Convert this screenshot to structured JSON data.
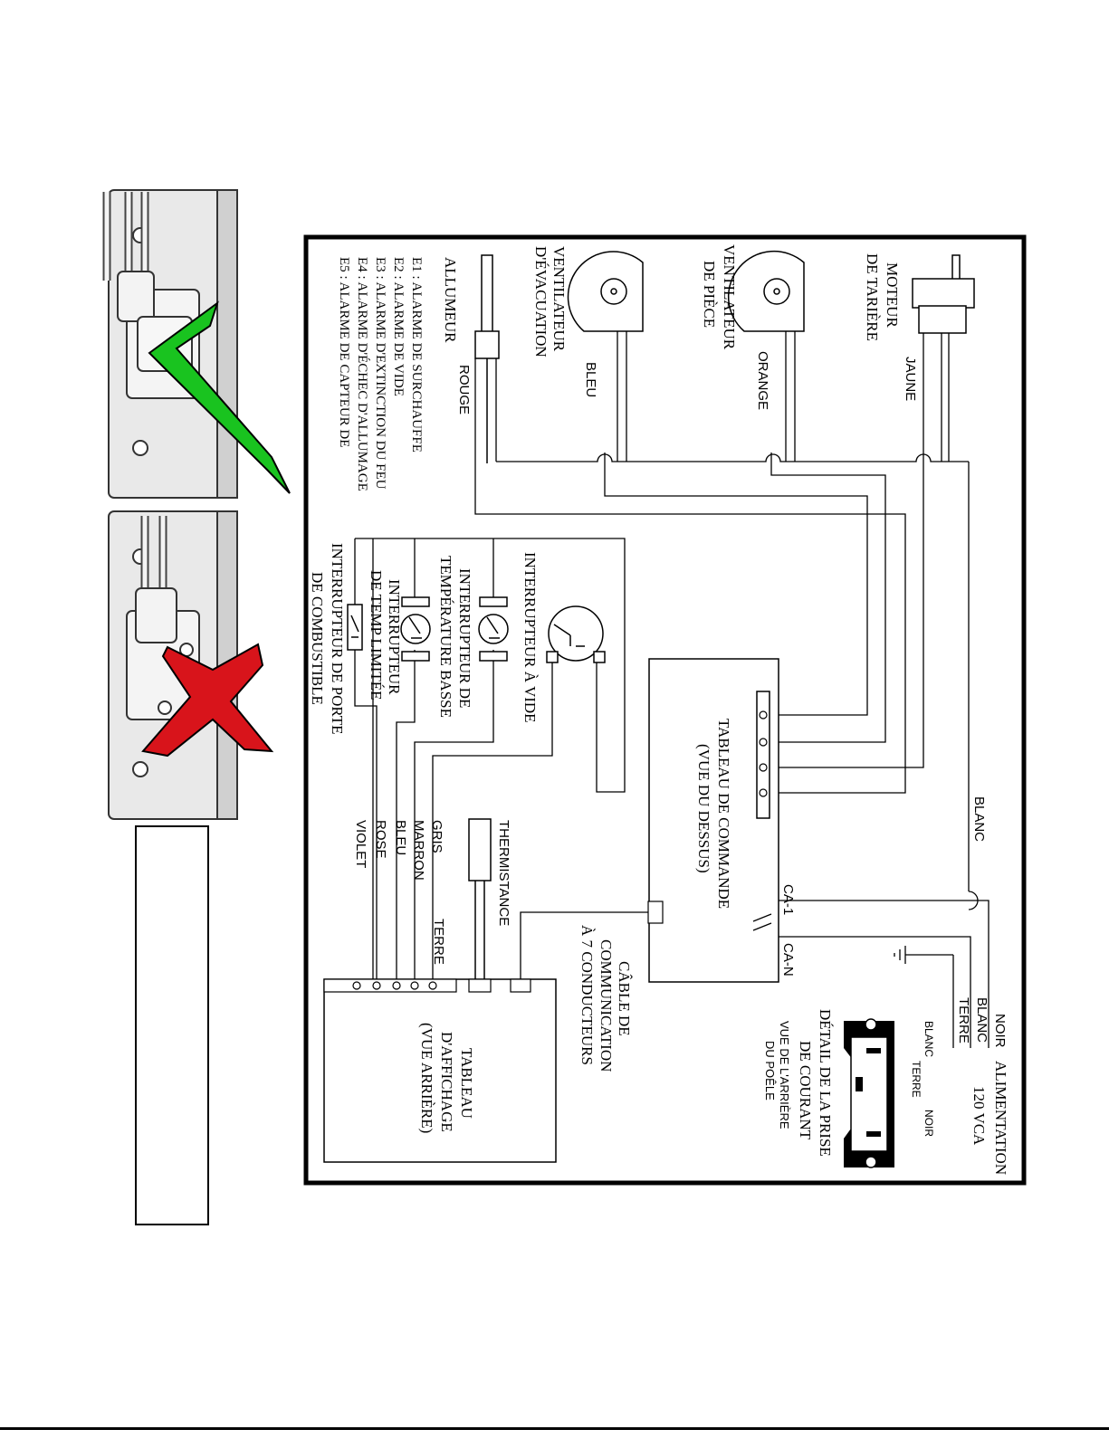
{
  "components": {
    "auger_motor": [
      "MOTEUR",
      "DE TARIÈRE"
    ],
    "room_fan": [
      "VENTILATEUR",
      "DE PIÈCE"
    ],
    "exhaust_fan": [
      "VENTILATEUR",
      "D'ÉVACUATION"
    ],
    "igniter": "ALLUMEUR",
    "vacuum_switch": "INTERRUPTEUR À VIDE",
    "low_temp_switch": [
      "INTERRUPTEUR DE",
      "TEMPÉRATURE BASSE"
    ],
    "high_limit_switch": [
      "INTERRUPTEUR",
      "DE TEMP LIMITÉE"
    ],
    "door_switch": [
      "INTERRUPTEUR DE PORTE",
      "DE COMBUSTIBLE"
    ],
    "control_board": [
      "TABLEAU DE COMMANDE",
      "(VUE DU DESSUS)"
    ],
    "display_board": [
      "TABLEAU",
      "D'AFFICHAGE",
      "(VUE ARRIÈRE)"
    ],
    "comm_cable": [
      "CÂBLE DE",
      "COMMUNICATION",
      "À 7 CONDUCTEURS"
    ],
    "thermistor": "THERMISTANCE",
    "power_supply": [
      "ALIMENTATION",
      "120 VCA"
    ],
    "power_outlet_detail": [
      "DÉTAIL DE LA PRISE",
      "DE COURANT"
    ],
    "rear_view": [
      "VUE DE L'ARRIÈRE",
      "DU POÊLE"
    ]
  },
  "alarms": [
    "E1 : ALARME DE SURCHAUFFE",
    "E2 : ALARME DE VIDE",
    "E3 : ALARME D'EXTINCTION DU FEU",
    "E4 : ALARME D'ÉCHEC D'ALLUMAGE",
    "E5 : ALARME DE CAPTEUR DE"
  ],
  "wire_colors": {
    "auger": "JAUNE",
    "room_fan": "ORANGE",
    "exhaust_fan": "BLEU",
    "igniter": "ROUGE",
    "neutral": "BLANC",
    "line1": "CA-1",
    "lineN": "CA-N",
    "display_wires": [
      "GRIS",
      "MARRON",
      "BLEU",
      "ROSE",
      "VIOLET"
    ],
    "display_ground": "TERRE",
    "supply": [
      "NOIR",
      "BLANC",
      "TERRE"
    ],
    "outlet_pins": [
      "BLANC",
      "TERRE",
      "NOIR"
    ]
  },
  "photo_marks": {
    "correct_color": "#19c31f",
    "incorrect_color": "#d8141b"
  }
}
